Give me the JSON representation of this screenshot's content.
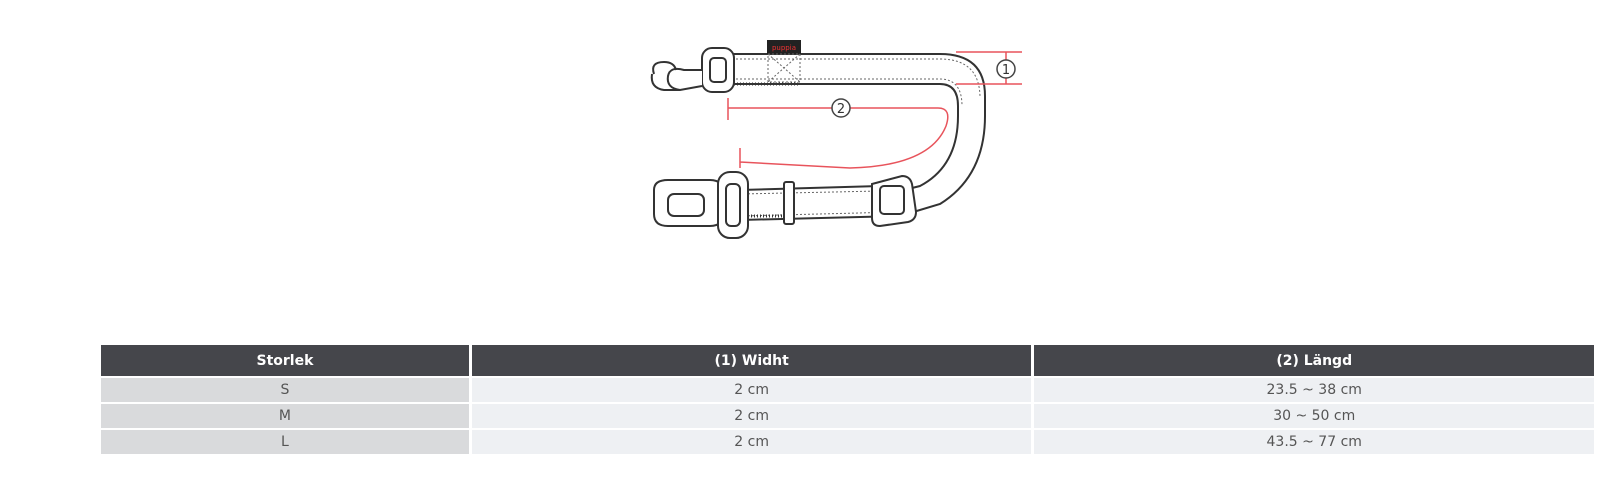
{
  "diagram": {
    "brand_tag": "puppia",
    "markers": [
      "1",
      "2"
    ]
  },
  "table": {
    "headers": [
      "Storlek",
      "(1) Widht",
      "(2) Längd"
    ],
    "rows": [
      [
        "S",
        "2 cm",
        "23.5 ~ 38 cm"
      ],
      [
        "M",
        "2 cm",
        "30 ~ 50 cm"
      ],
      [
        "L",
        "2 cm",
        "43.5 ~ 77 cm"
      ]
    ]
  },
  "colors": {
    "header_bg": "#45464b",
    "size_cell_bg": "#d9dadc",
    "cell_bg": "#eef0f3",
    "measure_line": "#e8545c"
  }
}
